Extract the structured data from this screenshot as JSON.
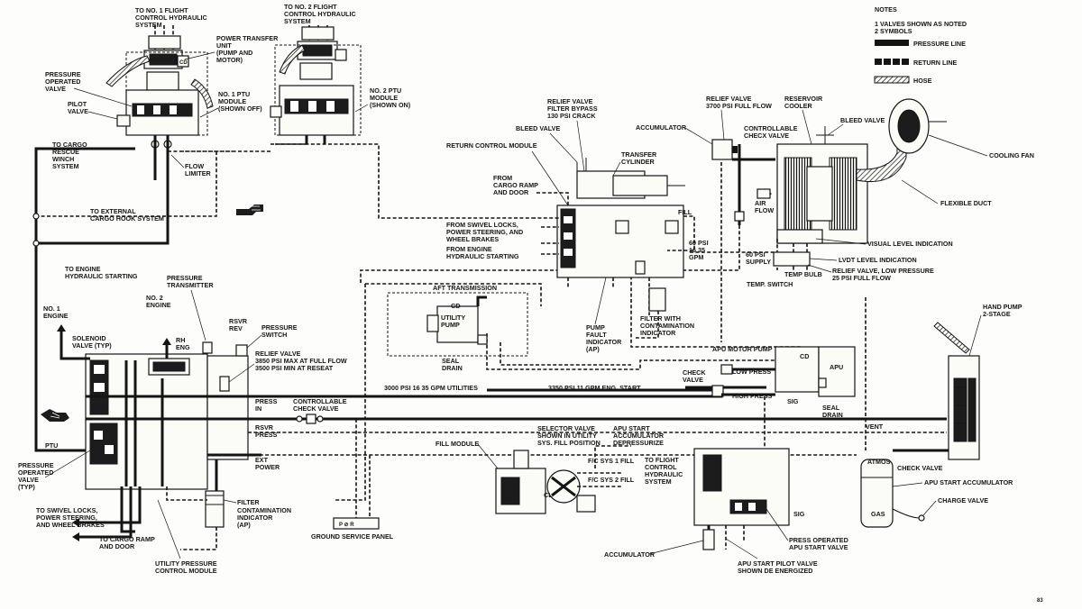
{
  "notes": {
    "title": "NOTES",
    "items": [
      "1  VALVES SHOWN AS NOTED",
      "2  SYMBOLS"
    ],
    "legend": [
      "PRESSURE LINE",
      "RETURN LINE",
      "HOSE"
    ]
  },
  "page_number": "83",
  "labels": {
    "flight_ctrl_1": [
      "TO NO. 1 FLIGHT",
      "CONTROL HYDRAULIC",
      "SYSTEM"
    ],
    "flight_ctrl_2": [
      "TO NO. 2 FLIGHT",
      "CONTROL HYDRAULIC",
      "SYSTEM"
    ],
    "ptu_unit": [
      "POWER TRANSFER",
      "UNIT",
      "(PUMP AND",
      "MOTOR)"
    ],
    "pressure_operated_valve": [
      "PRESSURE",
      "OPERATED",
      "VALVE"
    ],
    "pilot_valve": [
      "PILOT",
      "VALVE"
    ],
    "ptu_module_1": [
      "NO. 1 PTU",
      "MODULE",
      "(SHOWN OFF)"
    ],
    "ptu_module_2": [
      "NO. 2 PTU",
      "MODULE",
      "(SHOWN ON)"
    ],
    "cargo_winch": [
      "TO CARGO",
      "RESCUE",
      "WINCH",
      "SYSTEM"
    ],
    "flow_limiter": [
      "FLOW",
      "LIMITER"
    ],
    "cargo_hook": [
      "TO EXTERNAL",
      "CARGO HOOK SYSTEM"
    ],
    "engine_start": [
      "TO ENGINE",
      "HYDRAULIC STARTING"
    ],
    "pressure_transmitter": [
      "PRESSURE",
      "TRANSMITTER"
    ],
    "no1_engine": [
      "NO. 1",
      "ENGINE"
    ],
    "no2_engine": [
      "NO. 2",
      "ENGINE"
    ],
    "rsvr_rev": [
      "RSVR",
      "REV"
    ],
    "pressure_switch": [
      "PRESSURE",
      "SWITCH"
    ],
    "solenoid_valve": [
      "SOLENOID",
      "VALVE (TYP)"
    ],
    "rh_eng": [
      "RH",
      "ENG"
    ],
    "relief_valve_main": [
      "RELIEF VALVE",
      "3850 PSI MAX AT FULL FLOW",
      "3500 PSI MIN AT RESEAT"
    ],
    "press_in": [
      "PRESS",
      "IN"
    ],
    "controllable_check_valve": [
      "CONTROLLABLE",
      "CHECK VALVE"
    ],
    "rsvr_press": [
      "RSVR",
      "PRESS"
    ],
    "ext_power": [
      "EXT",
      "POWER"
    ],
    "ptu": "PTU",
    "pressure_operated_valve_typ": [
      "PRESSURE",
      "OPERATED",
      "VALVE",
      "(TYP)"
    ],
    "swivel_locks_out": [
      "TO SWIVEL LOCKS,",
      "POWER STEERING,",
      "AND WHEEL BRAKES"
    ],
    "cargo_ramp_out": [
      "TO CARGO RAMP",
      "AND DOOR"
    ],
    "utility_pressure_module": [
      "UTILITY PRESSURE",
      "CONTROL MODULE"
    ],
    "filter": "FILTER",
    "contamination_indicator": [
      "CONTAMINATION",
      "INDICATOR",
      "(AP)"
    ],
    "ground_service_panel": "GROUND SERVICE PANEL",
    "relief_valve_filter": [
      "RELIEF VALVE",
      "FILTER BYPASS",
      "130 PSI CRACK"
    ],
    "bleed_valve_center": "BLEED VALVE",
    "return_control_module": "RETURN CONTROL MODULE",
    "transfer_cylinder": [
      "TRANSFER",
      "CYLINDER"
    ],
    "from_cargo_ramp": [
      "FROM",
      "CARGO RAMP",
      "AND DOOR"
    ],
    "from_swivel_locks": [
      "FROM SWIVEL LOCKS,",
      "POWER STEERING, AND",
      "WHEEL BRAKES"
    ],
    "from_engine_start": [
      "FROM ENGINE",
      "HYDRAULIC STARTING"
    ],
    "fill": "FILL",
    "psi_60_gpm": [
      "60 PSI",
      "16 35",
      "GPM"
    ],
    "aft_transmission": "AFT TRANSMISSION",
    "utility_pump": [
      "UTILITY",
      "PUMP"
    ],
    "cd": "CD",
    "seal_drain": [
      "SEAL",
      "DRAIN"
    ],
    "pump_fault": [
      "PUMP",
      "FAULT",
      "INDICATOR",
      "(AP)"
    ],
    "filter_contamination": [
      "FILTER WITH",
      "CONTAMINATION",
      "INDICATOR"
    ],
    "utilities_flow": "3000 PSI 16 35 GPM UTILITIES",
    "eng_start_flow": "3350 PSI 11 GPM ENG. START",
    "accumulator_top": "ACCUMULATOR",
    "relief_valve_3700": [
      "RELIEF VALVE",
      "3700 PSI FULL FLOW"
    ],
    "controllable_check_valve_top": [
      "CONTROLLABLE",
      "CHECX VALVE"
    ],
    "reservoir_cooler": [
      "RESERVOIR",
      "COOLER"
    ],
    "bleed_valve_right": "BLEED VALVE",
    "cooling_fan": "COOLING FAN",
    "air_flow": [
      "AIR",
      "FLOW"
    ],
    "flexible_duct": "FLEXIBLE DUCT",
    "visual_level": "VISUAL LEVEL INDICATION",
    "lvdt_level": "LVDT LEVEL INDICATION",
    "psi_60_supply": [
      "60 PSI",
      "SUPPLY"
    ],
    "temp_bulb": "TEMP BULB",
    "temp_switch": "TEMP. SWITCH",
    "relief_low_pressure": [
      "RELIEF VALVE, LOW PRESSURE",
      "25 PSI FULL FLOW"
    ],
    "hand_pump": [
      "HAND PUMP",
      "2-STAGE"
    ],
    "apu_motor_pump": "APU MOTOR PUMP",
    "apu": "APU",
    "low_press": "LOW PRESS",
    "high_press": "HIGH PRESS",
    "check_valve_mid": [
      "CHECK",
      "VALVE"
    ],
    "sig": "SIG",
    "vent": "VENT",
    "atmos": "ATMOS",
    "gas": "GAS",
    "check_valve_right": "CHECK VALVE",
    "apu_start_accumulator": "APU START ACCUMULATOR",
    "charge_valve": "CHARGE VALVE",
    "selector_valve": [
      "SELECTOR VALVE",
      "SHOWN IN UTILITY",
      "SYS. FILL POSITION"
    ],
    "apu_accumulator_depress": [
      "APU START",
      "ACCUMULATOR",
      "DEPRESSURIZE"
    ],
    "fill_module": "FILL MODULE",
    "fc_sys_1_fill": "F/C SYS 1 FILL",
    "fc_sys_2_fill": "F/C SYS 2 FILL",
    "to_flight_control": [
      "TO FLIGHT",
      "CONTROL",
      "HYDRAULIC",
      "SYSTEM"
    ],
    "cl": "CL",
    "accumulator_bottom": "ACCUMULATOR",
    "press_operated_apu_valve": [
      "PRESS OPERATED",
      "APU START VALVE"
    ],
    "apu_pilot_valve": [
      "APU START PILOT VALVE",
      "SHOWN DE ENERGIZED"
    ]
  }
}
